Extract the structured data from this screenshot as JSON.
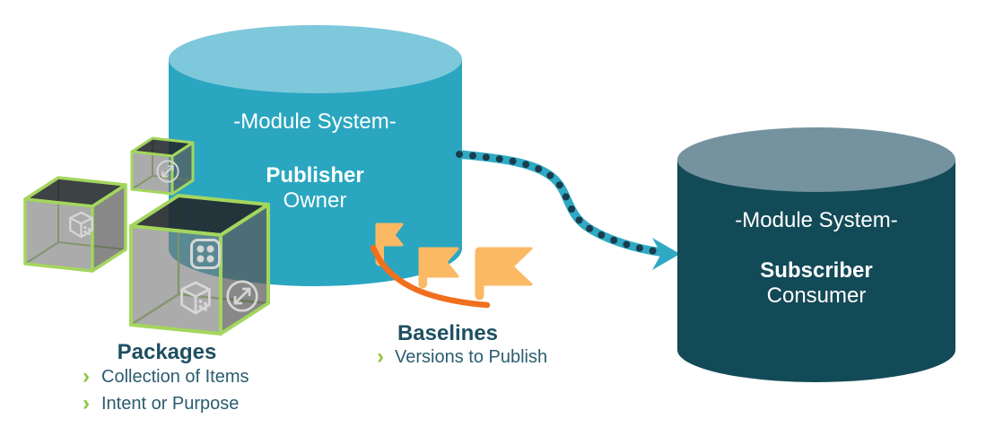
{
  "publisher": {
    "system_label": "-Module System-",
    "role": "Publisher",
    "subrole": "Owner"
  },
  "subscriber": {
    "system_label": "-Module System-",
    "role": "Subscriber",
    "subrole": "Consumer"
  },
  "packages": {
    "heading": "Packages",
    "bullets": [
      "Collection of Items",
      "Intent or Purpose"
    ]
  },
  "baselines": {
    "heading": "Baselines",
    "bullets": [
      "Versions to Publish"
    ]
  },
  "bullet_glyph": "›",
  "icons": {
    "cube_icons": [
      "die-icon",
      "dots-icon",
      "scale-arrow-icon"
    ],
    "milestone": "flag-icon",
    "flow": "dotted-arrow-icon"
  },
  "colors": {
    "publisher_body": "#2AA6C0",
    "publisher_top": "#7EC8DB",
    "subscriber_body": "#134A57",
    "subscriber_top": "#74939E",
    "flag": "#FBB964",
    "timeline": "#F1701F",
    "arrow": "#2FA9C4",
    "arrow_dots": "#1A3C4D",
    "cube_edge": "#A4D65E",
    "heading_text": "#1E4F62",
    "body_text": "#2B5C6F",
    "bullet_chevron": "#8DC63F"
  }
}
